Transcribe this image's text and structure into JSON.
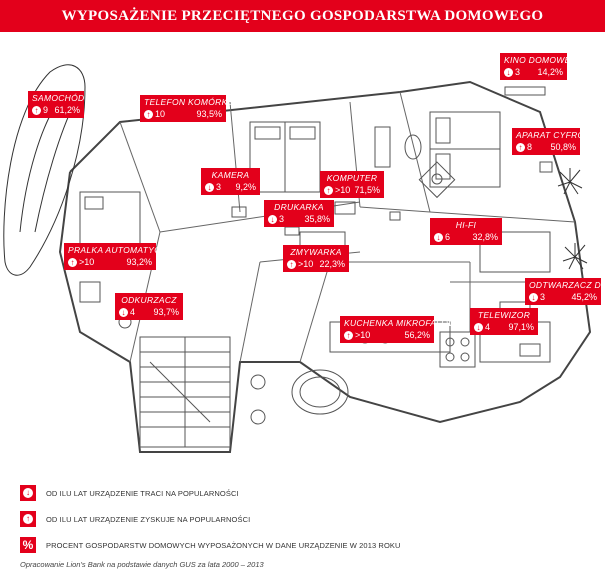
{
  "title": "WYPOSAŻENIE PRZECIĘTNEGO GOSPODARSTWA DOMOWEGO",
  "items": [
    {
      "label": "SAMOCHÓD",
      "dir": "up",
      "years": "9",
      "pct": "61,2%"
    },
    {
      "label": "TELEFON KOMÓRKOWY",
      "dir": "up",
      "years": "10",
      "pct": "93,5%"
    },
    {
      "label": "KINO DOMOWE",
      "dir": "down",
      "years": "3",
      "pct": "14,2%"
    },
    {
      "label": "APARAT CYFROWY",
      "dir": "up",
      "years": "8",
      "pct": "50,8%"
    },
    {
      "label": "KAMERA",
      "dir": "down",
      "years": "3",
      "pct": "9,2%"
    },
    {
      "label": "KOMPUTER",
      "dir": "up",
      "years": ">10",
      "pct": "71,5%"
    },
    {
      "label": "DRUKARKA",
      "dir": "down",
      "years": "3",
      "pct": "35,8%"
    },
    {
      "label": "HI-FI",
      "dir": "down",
      "years": "6",
      "pct": "32,8%"
    },
    {
      "label": "PRALKA AUTOMATYCZNA",
      "dir": "up",
      "years": ">10",
      "pct": "93,2%"
    },
    {
      "label": "ZMYWARKA",
      "dir": "up",
      "years": ">10",
      "pct": "22,3%"
    },
    {
      "label": "ODTWARZACZ DVD",
      "dir": "down",
      "years": "3",
      "pct": "45,2%"
    },
    {
      "label": "ODKURZACZ",
      "dir": "down",
      "years": "4",
      "pct": "93,7%"
    },
    {
      "label": "KUCHENKA MIKROFALOWA",
      "dir": "up",
      "years": ">10",
      "pct": "56,2%"
    },
    {
      "label": "TELEWIZOR",
      "dir": "down",
      "years": "4",
      "pct": "97,1%"
    }
  ],
  "legend": [
    {
      "icon": "down",
      "text": "OD ILU LAT URZĄDZENIE TRACI NA POPULARNOŚCI"
    },
    {
      "icon": "up",
      "text": "OD ILU LAT URZĄDZENIE ZYSKUJE NA POPULARNOŚCI"
    },
    {
      "icon": "percent",
      "symbol": "%",
      "text": "PROCENT GOSPODARSTW DOMOWYCH WYPOSAŻONYCH W DANE URZĄDZENIE W 2013 ROKU"
    }
  ],
  "source": "Opracowanie Lion's Bank na podstawie danych GUS za lata 2000 – 2013",
  "colors": {
    "accent": "#e3001b",
    "line": "#555555"
  }
}
